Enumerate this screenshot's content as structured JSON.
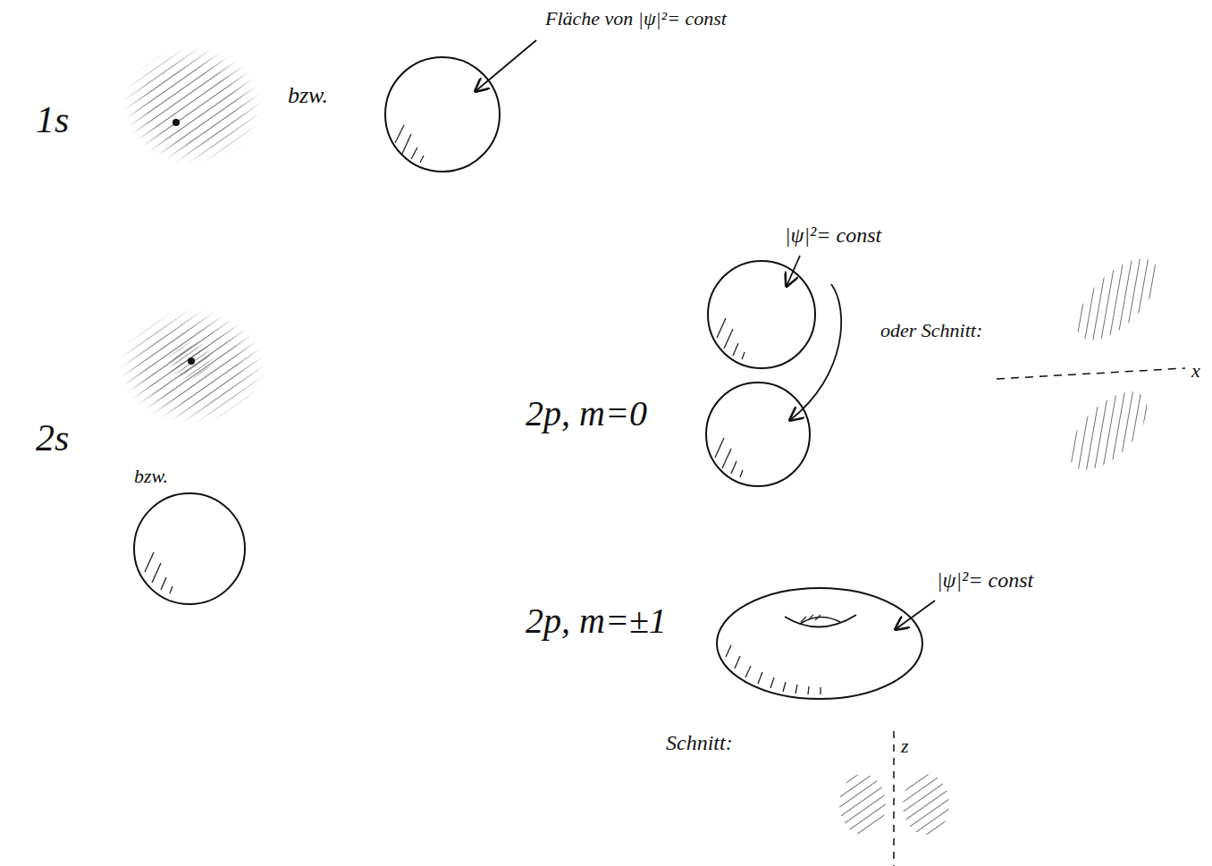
{
  "diagram": {
    "labels": [
      "1s",
      "bzw.",
      "Fläche von |ψ|²= const",
      "2s",
      "bzw.",
      "2p, m=0",
      "|ψ|²= const",
      "oder Schnitt:",
      "x",
      "2p, m=±1",
      "|ψ|²= const",
      "Schnitt:",
      "z"
    ]
  }
}
